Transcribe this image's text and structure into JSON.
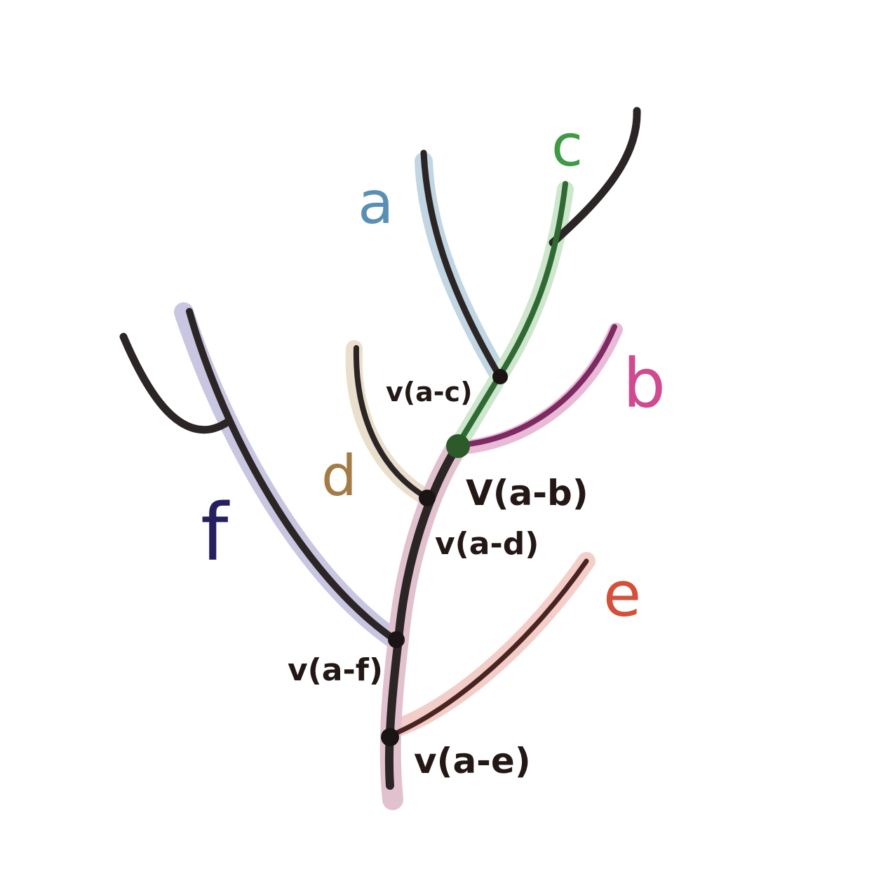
{
  "diagram": {
    "leaves": [
      {
        "id": "a",
        "label": "a",
        "color": "#5a8fb4"
      },
      {
        "id": "b",
        "label": "b",
        "color": "#d04a8f"
      },
      {
        "id": "c",
        "label": "c",
        "color": "#3e9a45"
      },
      {
        "id": "d",
        "label": "d",
        "color": "#a37c45"
      },
      {
        "id": "e",
        "label": "e",
        "color": "#d4503a"
      },
      {
        "id": "f",
        "label": "f",
        "color": "#26205e"
      }
    ],
    "nodes": [
      {
        "id": "ac",
        "label": "v(a-c)"
      },
      {
        "id": "ab",
        "label": "V(a-b)"
      },
      {
        "id": "ad",
        "label": "v(a-d)"
      },
      {
        "id": "af",
        "label": "v(a-f)"
      },
      {
        "id": "ae",
        "label": "v(a-e)"
      }
    ],
    "colors": {
      "branch": "#2b2526",
      "node": "#1a1414",
      "node_ab": "#2d5a2a"
    }
  }
}
